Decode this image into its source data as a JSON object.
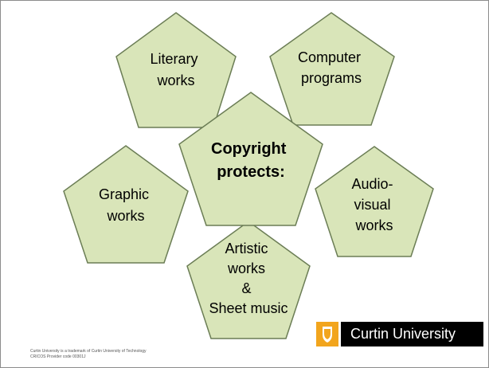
{
  "diagram": {
    "colors": {
      "fill": "#d9e5b9",
      "stroke": "#6b7d55"
    },
    "center": {
      "lines": [
        "Copyright",
        "protects:"
      ]
    },
    "pentagons": {
      "literary": {
        "lines": [
          "Literary",
          "works"
        ]
      },
      "computer": {
        "lines": [
          "Computer",
          "programs"
        ]
      },
      "graphic": {
        "lines": [
          "Graphic",
          "works"
        ]
      },
      "audiovisual": {
        "lines": [
          "Audio-",
          "visual",
          "works"
        ]
      },
      "artistic": {
        "lines": [
          "Artistic",
          "works",
          "&",
          "Sheet music"
        ]
      }
    }
  },
  "branding": {
    "logo_text": "Curtin University",
    "logo_color": "#f2a51d",
    "footer_line1": "Curtin University is a trademark of Curtin University of Technology",
    "footer_line2": "CRICOS Provider code  00301J"
  }
}
